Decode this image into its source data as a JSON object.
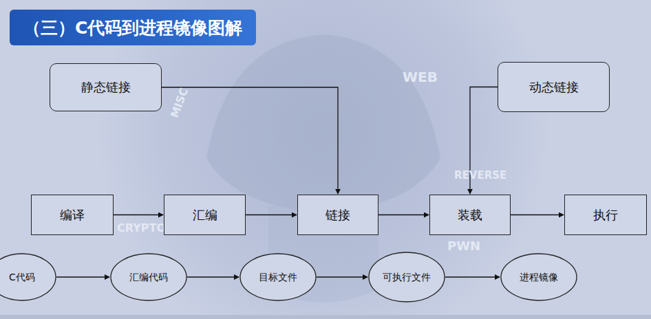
{
  "diagram": {
    "title": "（三）C代码到进程镜像图解",
    "nodes": [
      {
        "text": [
          "静态链接"
        ]
      },
      {
        "text": [
          "动态链接"
        ]
      },
      {
        "text": [
          "编译"
        ]
      },
      {
        "text": [
          "汇编"
        ]
      },
      {
        "text": [
          "链接"
        ]
      },
      {
        "text": [
          "装载"
        ]
      },
      {
        "text": [
          "执行"
        ]
      },
      {
        "text": [
          "C代码"
        ]
      },
      {
        "text": [
          "汇编代码"
        ]
      },
      {
        "text": [
          "目标文件"
        ]
      },
      {
        "text": [
          "可执行文件"
        ]
      },
      {
        "text": [
          "进程镜像"
        ]
      }
    ],
    "edges": [
      {
        "from": 0,
        "to": 4,
        "arrow": "to"
      },
      {
        "from": 1,
        "to": 5,
        "arrow": "to"
      },
      {
        "from": 2,
        "to": 3,
        "arrow": "to"
      },
      {
        "from": 3,
        "to": 4,
        "arrow": "to"
      },
      {
        "from": 4,
        "to": 5,
        "arrow": "to"
      },
      {
        "from": 5,
        "to": 6,
        "arrow": "to"
      },
      {
        "from": 7,
        "to": 8,
        "arrow": "to"
      },
      {
        "from": 8,
        "to": 9,
        "arrow": "to"
      },
      {
        "from": 9,
        "to": 10,
        "arrow": "to"
      },
      {
        "from": 10,
        "to": 11,
        "arrow": "to"
      }
    ],
    "labels": [
      "MISC",
      "WEB",
      "REVERSE",
      "CRYPTO",
      "PWN"
    ]
  }
}
